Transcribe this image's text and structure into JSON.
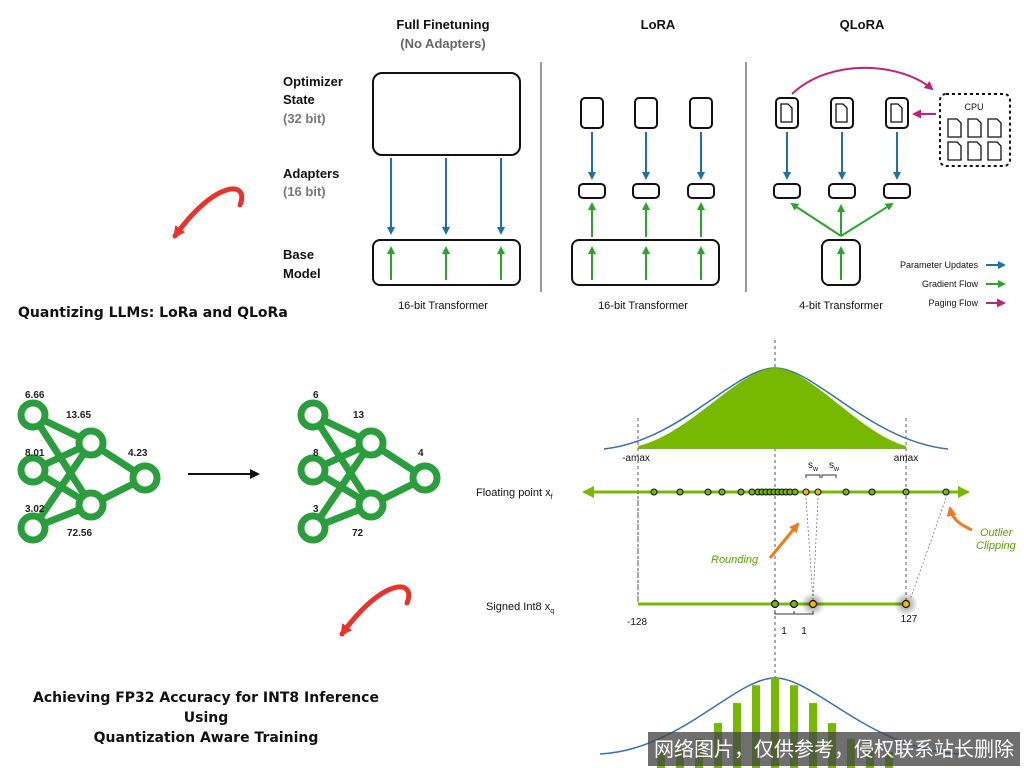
{
  "lora_diagram": {
    "columns": {
      "full": {
        "title": "Full Finetuning",
        "subtitle": "(No Adapters)",
        "footer": "16-bit Transformer"
      },
      "lora": {
        "title": "LoRA",
        "footer": "16-bit Transformer"
      },
      "qlora": {
        "title": "QLoRA",
        "footer": "4-bit Transformer"
      }
    },
    "row_labels": {
      "optimizer_line1": "Optimizer",
      "optimizer_line2": "State",
      "optimizer_bits": "(32 bit)",
      "adapters": "Adapters",
      "adapters_bits": "(16 bit)",
      "base_line1": "Base",
      "base_line2": "Model"
    },
    "cpu_label": "CPU",
    "legend": [
      {
        "label": "Parameter Updates",
        "color": "#1f6fa8"
      },
      {
        "label": "Gradient Flow",
        "color": "#2aa52a"
      },
      {
        "label": "Paging Flow",
        "color": "#c2217a"
      }
    ]
  },
  "captions": {
    "top": "Quantizing LLMs: LoRa and QLoRa",
    "bottom_line1": "Achieving FP32 Accuracy for INT8 Inference Using",
    "bottom_line2": "Quantization Aware Training"
  },
  "network": {
    "float_values": [
      "6.66",
      "13.65",
      "8.01",
      "4.23",
      "3.02",
      "72.56"
    ],
    "int_values": [
      "6",
      "13",
      "8",
      "4",
      "3",
      "72"
    ],
    "color": "#2a9d3c"
  },
  "quantization": {
    "amin_label": "-amax",
    "amax_label": "amax",
    "sw_label_1": "s",
    "sw_label_2": "s",
    "sw_sub": "w",
    "float_axis_label": "Floating point x",
    "float_axis_sub": "f",
    "int_axis_label": "Signed Int8 x",
    "int_axis_sub": "q",
    "rounding_label": "Rounding",
    "outlier_line1": "Outlier",
    "outlier_line2": "Clipping",
    "int_min": "-128",
    "int_max": "127",
    "step_1": "1",
    "step_2": "1",
    "color": "#76b900"
  },
  "watermark": "网络图片，仅供参考，侵权联系站长删除"
}
